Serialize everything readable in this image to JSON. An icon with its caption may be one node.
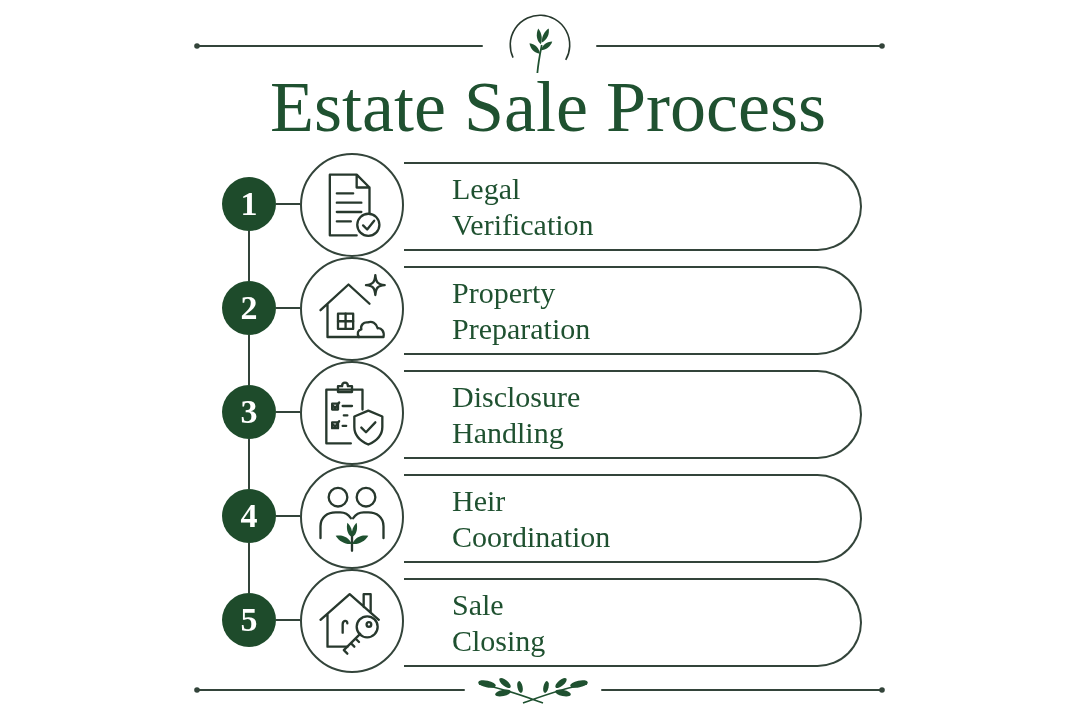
{
  "diagram": {
    "title": "Estate Sale Process",
    "nodes": [
      {
        "text": [
          "1"
        ]
      },
      {
        "text": [],
        "shape": "circle"
      },
      {
        "text": [
          "Legal Verification"
        ]
      },
      {
        "text": [
          "2"
        ]
      },
      {
        "text": [],
        "shape": "circle"
      },
      {
        "text": [
          "Property Preparation"
        ]
      },
      {
        "text": [
          "3"
        ]
      },
      {
        "text": [],
        "shape": "circle"
      },
      {
        "text": [
          "Disclosure Handling"
        ]
      },
      {
        "text": [
          "4"
        ]
      },
      {
        "text": [],
        "shape": "circle"
      },
      {
        "text": [
          "Heir Coordination"
        ]
      },
      {
        "text": [
          "5"
        ]
      },
      {
        "text": [],
        "shape": "circle"
      },
      {
        "text": [
          "Sale Closing"
        ]
      }
    ],
    "edges": [
      {
        "from": 0,
        "to": 1,
        "arrow": "none"
      },
      {
        "from": 0,
        "to": 3,
        "arrow": "none"
      },
      {
        "from": 3,
        "to": 4,
        "arrow": "none"
      },
      {
        "from": 3,
        "to": 6,
        "arrow": "none"
      },
      {
        "from": 6,
        "to": 7,
        "arrow": "none"
      },
      {
        "from": 6,
        "to": 9,
        "arrow": "none"
      },
      {
        "from": 9,
        "to": 10,
        "arrow": "none"
      },
      {
        "from": 9,
        "to": 12,
        "arrow": "none"
      },
      {
        "from": 12,
        "to": 13,
        "arrow": "none"
      }
    ]
  }
}
